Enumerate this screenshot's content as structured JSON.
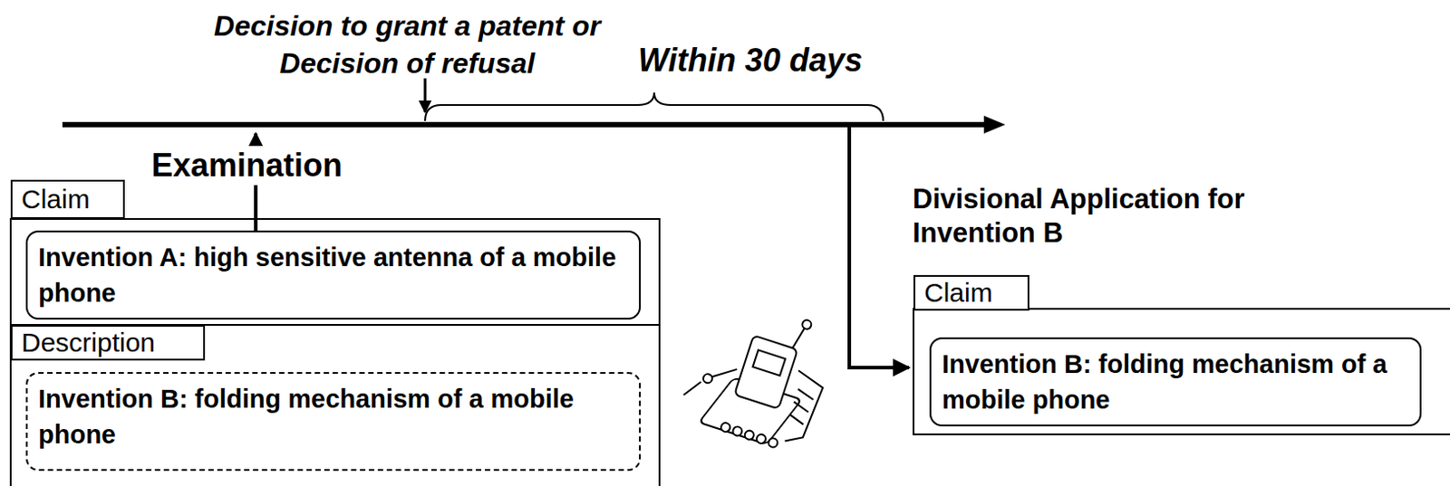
{
  "diagram": {
    "nodes": [
      {
        "text": [
          "Claim"
        ]
      },
      {
        "text": [
          "Invention A: high sensitive antenna of a mobile phone"
        ],
        "in": 0
      },
      {
        "text": [
          "Description"
        ]
      },
      {
        "text": [
          "Invention B: folding mechanism of a mobile phone"
        ],
        "in": 2
      },
      {
        "text": [
          "Claim"
        ]
      },
      {
        "text": [
          "Invention B: folding mechanism of a mobile phone"
        ],
        "in": 4
      }
    ],
    "labels": [
      "Decision to grant a patent or Decision of refusal",
      "Within 30 days",
      "Examination",
      "Divisional Application for Invention B"
    ]
  }
}
